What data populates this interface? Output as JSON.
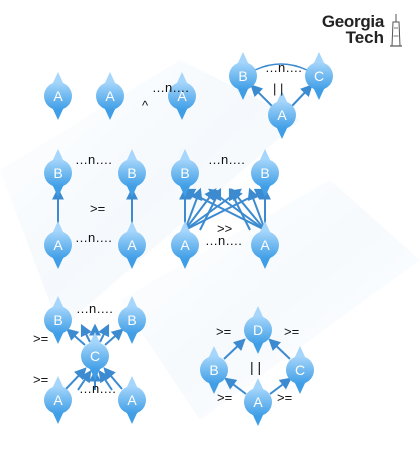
{
  "logo": {
    "line1": "Georgia",
    "line2": "Tech"
  },
  "node_labels": {
    "A": "A",
    "B": "B",
    "C": "C",
    "D": "D"
  },
  "symbols": {
    "n_dots": "…n….",
    "caret": "^",
    "parallel": "| |",
    "ge": ">=",
    "gg": ">>"
  },
  "colors": {
    "node_fill": "#3f9ee6",
    "node_light": "#a6d6fb",
    "arrow": "#3c8bd0",
    "node_text": "#ffffff",
    "text": "#111111"
  }
}
